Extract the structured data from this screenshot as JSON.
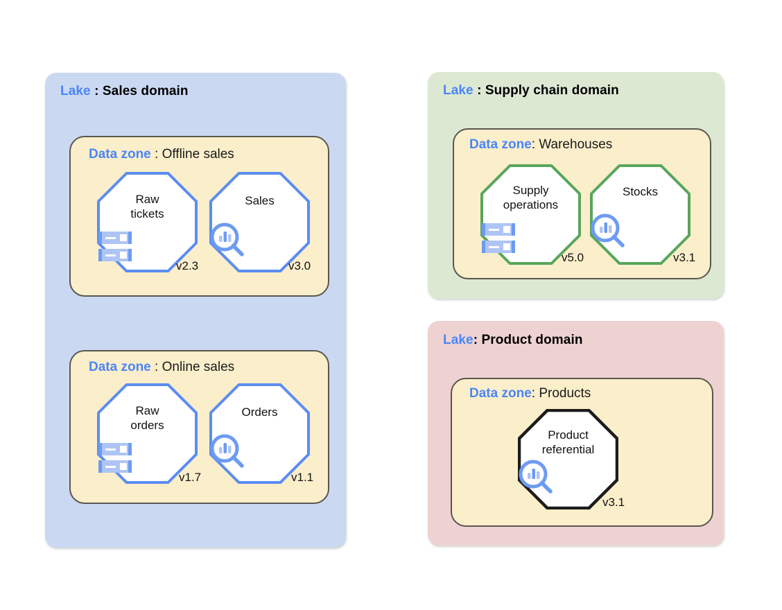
{
  "colors": {
    "lake_sales_bg": "#cad8f2",
    "lake_supply_bg": "#dde8d3",
    "lake_product_bg": "#eed2d2",
    "zone_bg": "#fbeecb",
    "zone_border": "#59564e",
    "accent_blue": "#4a86f7",
    "octagon_blue": "#5b8df2",
    "octagon_green": "#58a65b",
    "octagon_black": "#1c1c1c",
    "icon_blue_light": "#aec4f5",
    "icon_blue": "#6d9bf2"
  },
  "lakes": [
    {
      "id": "sales",
      "keyword": "Lake",
      "separator": " : ",
      "name": "Sales domain",
      "zones": [
        {
          "id": "offline-sales",
          "keyword": "Data zone",
          "separator": " : ",
          "name": "Offline sales",
          "assets": [
            {
              "id": "raw-tickets",
              "label": "Raw\ntickets",
              "lines": [
                "Raw",
                "tickets"
              ],
              "version": "v2.3",
              "icon": "database-icon",
              "outline": "blue"
            },
            {
              "id": "sales",
              "label": "Sales",
              "lines": [
                "Sales"
              ],
              "version": "v3.0",
              "icon": "analytics-search-icon",
              "outline": "blue"
            }
          ]
        },
        {
          "id": "online-sales",
          "keyword": "Data zone",
          "separator": " : ",
          "name": "Online sales",
          "assets": [
            {
              "id": "raw-orders",
              "label": "Raw\norders",
              "lines": [
                "Raw",
                "orders"
              ],
              "version": "v1.7",
              "icon": "database-icon",
              "outline": "blue"
            },
            {
              "id": "orders",
              "label": "Orders",
              "lines": [
                "Orders"
              ],
              "version": "v1.1",
              "icon": "analytics-search-icon",
              "outline": "blue"
            }
          ]
        }
      ]
    },
    {
      "id": "supply-chain",
      "keyword": "Lake",
      "separator": " : ",
      "name": "Supply chain domain",
      "zones": [
        {
          "id": "warehouses",
          "keyword": "Data zone",
          "separator": ": ",
          "name": "Warehouses",
          "assets": [
            {
              "id": "supply-operations",
              "label": "Supply\noperations",
              "lines": [
                "Supply",
                "operations"
              ],
              "version": "v5.0",
              "icon": "database-icon",
              "outline": "green"
            },
            {
              "id": "stocks",
              "label": "Stocks",
              "lines": [
                "Stocks"
              ],
              "version": "v3.1",
              "icon": "analytics-search-icon",
              "outline": "green"
            }
          ]
        }
      ]
    },
    {
      "id": "product",
      "keyword": "Lake",
      "separator": ": ",
      "name": "Product domain",
      "zones": [
        {
          "id": "products",
          "keyword": "Data zone",
          "separator": ": ",
          "name": "Products",
          "assets": [
            {
              "id": "product-referential",
              "label": "Product\nreferential",
              "lines": [
                "Product",
                "referential"
              ],
              "version": "v3.1",
              "icon": "analytics-search-icon",
              "outline": "black"
            }
          ]
        }
      ]
    }
  ]
}
